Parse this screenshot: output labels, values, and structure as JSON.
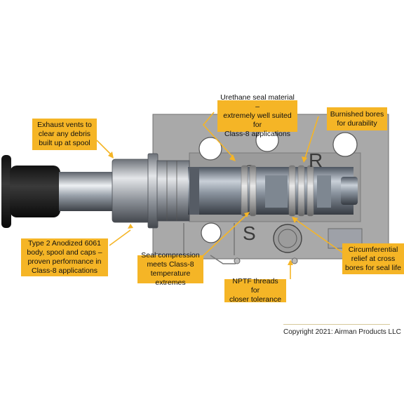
{
  "callouts": {
    "exhaust": "Exhaust vents to\nclear any debris\nbuilt up at spool",
    "urethane": "Urethane seal material –\nextremely well suited for\nClass-8 applications",
    "burnished": "Burnished bores\nfor durability",
    "anodized": "Type 2 Anodized 6061\nbody, spool and caps –\nproven performance in\nClass-8 applications",
    "seal_compression": "Seal compression\nmeets Class-8\ntemperature extremes",
    "circumferential": "Circumferential\nrelief at cross\nbores for seal life",
    "nptf": "NPTF threads for\ncloser tolerance"
  },
  "port_labels": {
    "r": "R",
    "s": "S"
  },
  "copyright": "Copyright 2021: Airman Products LLC",
  "colors": {
    "callout": "#f5b526",
    "body": "#a9a9a9",
    "spool": "#b9c0c8",
    "knob": "#1e1e1e"
  }
}
